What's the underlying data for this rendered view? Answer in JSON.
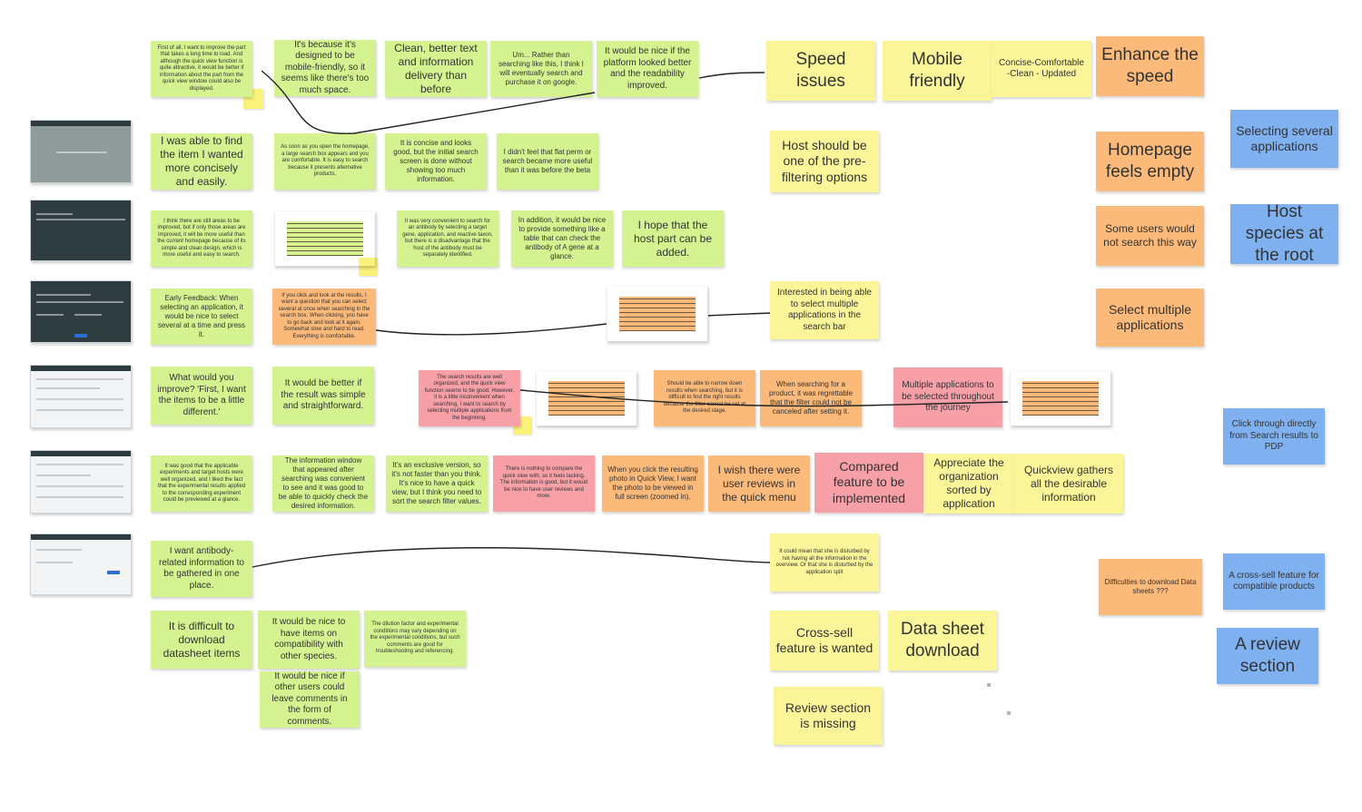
{
  "notes": {
    "n1": "First of all, I want to improve the part that takes a long time to load. And although the quick view function is quite attractive, it would be better if information about the part from the quick view window could also be displayed.",
    "n2": "It's because it's designed to be mobile-friendly, so it seems like there's too much space.",
    "n3": "Clean, better text and information delivery than before",
    "n4": "Um... Rather than searching like this, I think I will eventually search and purchase it on google.",
    "n5": "It would be nice if the platform looked better and the readability improved.",
    "speed": "Speed issues",
    "mobile": "Mobile friendly",
    "concise": "Concise-Comfortable -Clean - Updated",
    "enhance": "Enhance the speed",
    "selecting": "Selecting several applications",
    "n6": "I was able to find the item I wanted more concisely and easily.",
    "n7": "As soon as you open the homepage, a large search box appears and you are comfortable. It is easy to search because it presents alternative products.",
    "n8": "It is concise and looks good, but the initial search screen is done without showing too much information.",
    "n9": "I didn't feel that flat perm or search became more useful than it was before the beta",
    "host_filter": "Host should be one of the pre-filtering options",
    "homepage": "Homepage feels empty",
    "n10": "I think there are still areas to be improved, but if only those areas are improved, it will be more useful than the current homepage because of its simple and clean design, which is more useful and easy to search.",
    "n11": "It was very convenient to search for an antibody by selecting a target gene, application, and reactive taxon, but there is a disadvantage that the host of the antibody must be separately identified.",
    "n12": "In addition, it would be nice to provide something like a table that can check the antibody of A gene at a glance.",
    "n13": "I hope that the host part can be added.",
    "some_users": "Some users would not search this way",
    "host_species": "Host species at the root",
    "n14": "Early Feedback: When selecting an application, it would be nice to select several at a time and press it.",
    "n15": "If you click and look at the results, I want a question that you can select several at once when searching in the search box. When clicking, you have to go back and look at it again. Somewhat slow and hard to read. Everything is comfortable.",
    "interested": "Interested in being able to select multiple applications in the search bar",
    "select_multiple": "Select multiple applications",
    "n16": "What would you improve? 'First, I want the items to be a little different.'",
    "n17": "It would be better if the result was simple and straightforward.",
    "n18": "The search results are well organized, and the quick view function seems to be good. However, it is a little inconvenient when searching. I want to search by selecting multiple applications from the beginning.",
    "n19": "Should be able to narrow down results when searching, but it is difficult to find the right results because the filter cannot be set at the desired stage.",
    "n20": "When searching for a product, it was regrettable that the filter could not be canceled after setting it.",
    "multiple": "Multiple applications to be selected throughout the journey",
    "click_through": "Click through directly from Search results to PDP",
    "n21": "It was good that the applicable experiments and target hosts were well organized, and I liked the fact that the experimental results applied to the corresponding experiment could be previewed at a glance.",
    "n22": "The information window that appeared after searching was convenient to see and it was good to be able to quickly check the desired information.",
    "n23": "It's an exclusive version, so it's not faster than you think. It's nice to have a quick view, but I think you need to sort the search filter values.",
    "n24": "There is nothing to compare the quick view with, so it feels lacking. The information is good, but it would be nice to have user reviews and more.",
    "n25": "When you click the resulting photo in Quick View, I want the photo to be viewed in full screen (zoomed in).",
    "n26": "I wish there were user reviews in the quick menu",
    "compared": "Compared feature to be implemented",
    "appreciate": "Appreciate the organization sorted by application",
    "quickview": "Quickview gathers all the desirable information",
    "n27": "I want antibody-related information to be gathered in one place.",
    "n28": "It could mean that she is disturbed by not having all the information in the overview. Or that she is disturbed by the application split",
    "difficulties": "Difficulties to download Data sheets ???",
    "crosssell_compat": "A cross-sell feature for compatible products",
    "n29": "It is difficult to download datasheet items",
    "n30": "It would be nice to have items on compatibility with other species.",
    "n31": "The dilution factor and experimental conditions may vary depending on the experimental conditions, but such comments are good for troubleshooting and referencing.",
    "crosssell": "Cross-sell feature is wanted",
    "datasheet": "Data sheet download",
    "review_section": "A review section",
    "n32": "It would be nice if other users could leave comments in the form of comments.",
    "review_missing": "Review section is missing"
  },
  "colors": {
    "green": "#d4f28f",
    "yellow": "#fbf59a",
    "orange": "#fbb97a",
    "pink": "#f7a0a8",
    "blue": "#7fb1f0"
  }
}
